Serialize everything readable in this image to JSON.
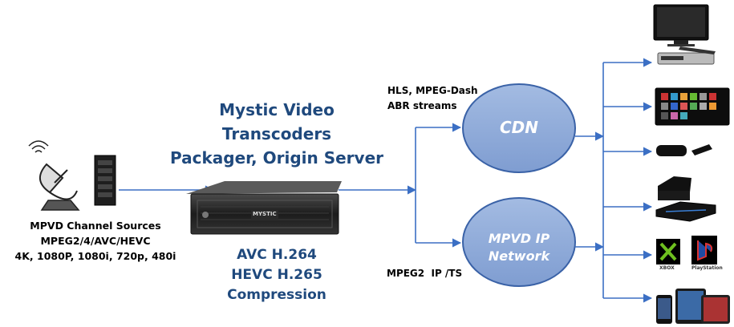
{
  "transcoder": {
    "title_lines": [
      "Mystic Video",
      "Transcoders",
      "Packager, Origin Server"
    ],
    "brand_text": "MYSTIC",
    "compression_lines": [
      "AVC H.264",
      "HEVC H.265",
      "Compression"
    ]
  },
  "sources": {
    "lines": [
      "MPVD Channel Sources",
      "MPEG2/4/AVC/HEVC",
      "4K, 1080P, 1080i, 720p, 480i"
    ]
  },
  "streams": {
    "hls_lines": [
      "HLS, MPEG-Dash",
      "ABR streams"
    ],
    "ip_label": "MPEG2  IP /TS"
  },
  "nodes": {
    "cdn": "CDN",
    "network_lines": [
      "MPVD IP",
      "Network"
    ]
  },
  "devices": {
    "xbox_label": "XBOX",
    "playstation_label": "PlayStation"
  },
  "colors": {
    "arrow": "#3b6fc4",
    "oval_fill": "#8eaad8",
    "oval_stroke": "#3a62a7",
    "title": "#1f497d"
  },
  "icons": [
    "satellite-dish-icon",
    "server-rack-icon",
    "transcoder-server-icon",
    "tv-icon",
    "set-top-box-icon",
    "smart-tv-icon",
    "streaming-sticks-icon",
    "media-player-icon",
    "game-consoles-icon",
    "tablets-icon"
  ]
}
